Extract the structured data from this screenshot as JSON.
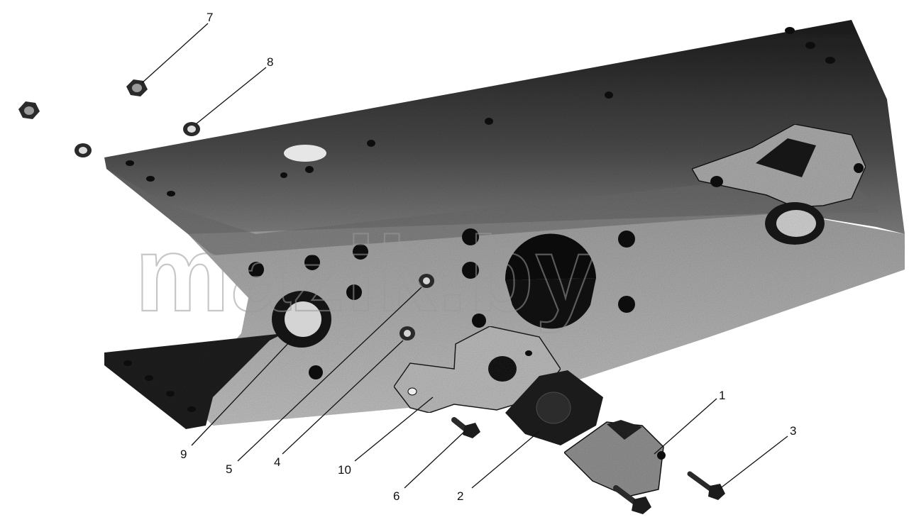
{
  "watermark": {
    "text": "mazik.by"
  },
  "callouts": [
    {
      "id": "1",
      "label": "1"
    },
    {
      "id": "2",
      "label": "2"
    },
    {
      "id": "3",
      "label": "3"
    },
    {
      "id": "4",
      "label": "4"
    },
    {
      "id": "5",
      "label": "5"
    },
    {
      "id": "6",
      "label": "6"
    },
    {
      "id": "7",
      "label": "7"
    },
    {
      "id": "8",
      "label": "8"
    },
    {
      "id": "9",
      "label": "9"
    },
    {
      "id": "10",
      "label": "10"
    }
  ],
  "colors": {
    "ink": "#111111",
    "metal_light": "#c9c9c9",
    "metal_mid": "#8d8d8d",
    "metal_dark": "#1a1a1a",
    "watermark": "#9a9a9a"
  }
}
